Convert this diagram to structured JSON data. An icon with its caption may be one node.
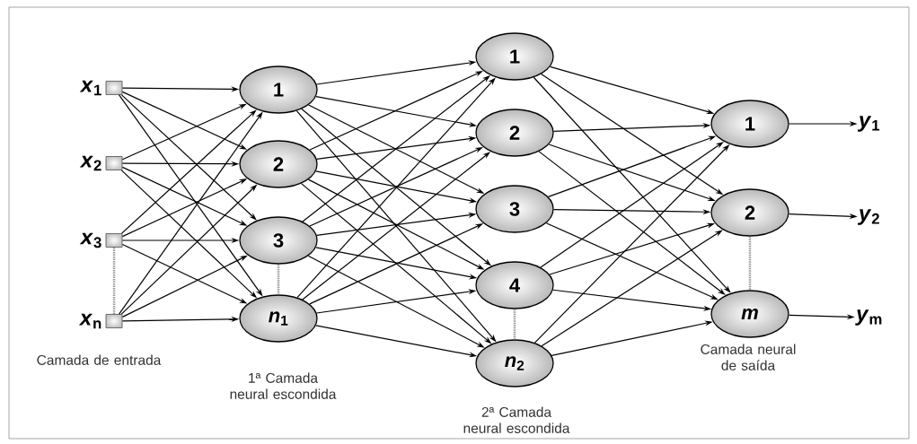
{
  "diagram": {
    "nodes": [
      {
        "text": [],
        "shape": "box",
        "beside": [
          "*x*$_{1}$"
        ]
      },
      {
        "text": [],
        "shape": "box",
        "beside": [
          "*x*$_{2}$"
        ]
      },
      {
        "text": [],
        "shape": "box",
        "beside": [
          "*x*$_{3}$"
        ]
      },
      {
        "text": [],
        "shape": "box",
        "beside": [
          "*x*$_{n}$"
        ]
      },
      {
        "text": [
          "1"
        ]
      },
      {
        "text": [
          "2"
        ]
      },
      {
        "text": [
          "3"
        ]
      },
      {
        "text": [
          "*n*$_{1}$"
        ]
      },
      {
        "text": [
          "1"
        ]
      },
      {
        "text": [
          "2"
        ]
      },
      {
        "text": [
          "3"
        ]
      },
      {
        "text": [
          "4"
        ]
      },
      {
        "text": [
          "*n*$_{2}$"
        ]
      },
      {
        "text": [
          "1"
        ]
      },
      {
        "text": [
          "2"
        ]
      },
      {
        "text": [
          "*m*"
        ]
      },
      {
        "text": [
          "*y*$_{1}$"
        ]
      },
      {
        "text": [
          "*y*$_{2}$"
        ]
      },
      {
        "text": [
          "*y*$_{m}$"
        ]
      }
    ],
    "edges": [
      {
        "from": 0,
        "to": 4,
        "arrow": "to"
      },
      {
        "from": 0,
        "to": 5,
        "arrow": "to"
      },
      {
        "from": 0,
        "to": 6,
        "arrow": "to"
      },
      {
        "from": 0,
        "to": 7,
        "arrow": "to"
      },
      {
        "from": 1,
        "to": 4,
        "arrow": "to"
      },
      {
        "from": 1,
        "to": 5,
        "arrow": "to"
      },
      {
        "from": 1,
        "to": 6,
        "arrow": "to"
      },
      {
        "from": 1,
        "to": 7,
        "arrow": "to"
      },
      {
        "from": 2,
        "to": 4,
        "arrow": "to"
      },
      {
        "from": 2,
        "to": 5,
        "arrow": "to"
      },
      {
        "from": 2,
        "to": 6,
        "arrow": "to"
      },
      {
        "from": 2,
        "to": 7,
        "arrow": "to"
      },
      {
        "from": 3,
        "to": 4,
        "arrow": "to"
      },
      {
        "from": 3,
        "to": 5,
        "arrow": "to"
      },
      {
        "from": 3,
        "to": 6,
        "arrow": "to"
      },
      {
        "from": 3,
        "to": 7,
        "arrow": "to"
      },
      {
        "from": 4,
        "to": 8,
        "arrow": "to"
      },
      {
        "from": 4,
        "to": 9,
        "arrow": "to"
      },
      {
        "from": 4,
        "to": 10,
        "arrow": "to"
      },
      {
        "from": 4,
        "to": 11,
        "arrow": "to"
      },
      {
        "from": 4,
        "to": 12,
        "arrow": "to"
      },
      {
        "from": 5,
        "to": 8,
        "arrow": "to"
      },
      {
        "from": 5,
        "to": 9,
        "arrow": "to"
      },
      {
        "from": 5,
        "to": 10,
        "arrow": "to"
      },
      {
        "from": 5,
        "to": 11,
        "arrow": "to"
      },
      {
        "from": 5,
        "to": 12,
        "arrow": "to"
      },
      {
        "from": 6,
        "to": 8,
        "arrow": "to"
      },
      {
        "from": 6,
        "to": 9,
        "arrow": "to"
      },
      {
        "from": 6,
        "to": 10,
        "arrow": "to"
      },
      {
        "from": 6,
        "to": 11,
        "arrow": "to"
      },
      {
        "from": 6,
        "to": 12,
        "arrow": "to"
      },
      {
        "from": 7,
        "to": 8,
        "arrow": "to"
      },
      {
        "from": 7,
        "to": 9,
        "arrow": "to"
      },
      {
        "from": 7,
        "to": 10,
        "arrow": "to"
      },
      {
        "from": 7,
        "to": 11,
        "arrow": "to"
      },
      {
        "from": 7,
        "to": 12,
        "arrow": "to"
      },
      {
        "from": 8,
        "to": 13,
        "arrow": "to"
      },
      {
        "from": 8,
        "to": 14,
        "arrow": "to"
      },
      {
        "from": 8,
        "to": 15,
        "arrow": "to"
      },
      {
        "from": 9,
        "to": 13,
        "arrow": "to"
      },
      {
        "from": 9,
        "to": 14,
        "arrow": "to"
      },
      {
        "from": 9,
        "to": 15,
        "arrow": "to"
      },
      {
        "from": 10,
        "to": 13,
        "arrow": "to"
      },
      {
        "from": 10,
        "to": 14,
        "arrow": "to"
      },
      {
        "from": 10,
        "to": 15,
        "arrow": "to"
      },
      {
        "from": 11,
        "to": 13,
        "arrow": "to"
      },
      {
        "from": 11,
        "to": 14,
        "arrow": "to"
      },
      {
        "from": 11,
        "to": 15,
        "arrow": "to"
      },
      {
        "from": 12,
        "to": 13,
        "arrow": "to"
      },
      {
        "from": 12,
        "to": 14,
        "arrow": "to"
      },
      {
        "from": 12,
        "to": 15,
        "arrow": "to"
      },
      {
        "from": 13,
        "to": 16,
        "arrow": "to"
      },
      {
        "from": 14,
        "to": 17,
        "arrow": "to"
      },
      {
        "from": 15,
        "to": 18,
        "arrow": "to"
      },
      {
        "from": 2,
        "to": 3,
        "arrow": "none",
        "style": "dashed",
        "color": "#999999"
      },
      {
        "from": 6,
        "to": 7,
        "arrow": "none",
        "style": "dashed",
        "color": "#999999"
      },
      {
        "from": 11,
        "to": 12,
        "arrow": "none",
        "style": "dashed",
        "color": "#999999"
      },
      {
        "from": 14,
        "to": 15,
        "arrow": "none",
        "style": "dashed",
        "color": "#999999"
      }
    ],
    "labels": [
      "Camada de entrada",
      "1ª Camada neural escondida",
      "2ª Camada neural escondida",
      "Camada neural de saída"
    ]
  }
}
